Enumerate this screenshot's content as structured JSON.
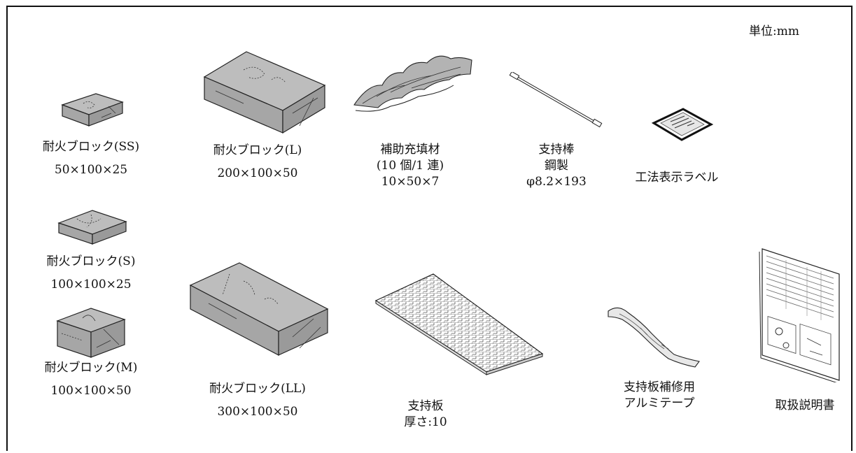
{
  "unit_label": "単位:mm",
  "items": [
    {
      "id": "block-ss",
      "name": "耐火ブロック(SS)",
      "size": "50×100×25"
    },
    {
      "id": "block-s",
      "name": "耐火ブロック(S)",
      "size": "100×100×25"
    },
    {
      "id": "block-m",
      "name": "耐火ブロック(M)",
      "size": "100×100×50"
    },
    {
      "id": "block-l",
      "name": "耐火ブロック(L)",
      "size": "200×100×50"
    },
    {
      "id": "block-ll",
      "name": "耐火ブロック(LL)",
      "size": "300×100×50"
    },
    {
      "id": "filler",
      "name": "補助充填材",
      "note": "(10 個/1 連)",
      "size": "10×50×7"
    },
    {
      "id": "rod",
      "name": "支持棒",
      "note": "鋼製",
      "size": "φ8.2×193"
    },
    {
      "id": "label",
      "name": "工法表示ラベル"
    },
    {
      "id": "plate",
      "name": "支持板",
      "size": "厚さ:10"
    },
    {
      "id": "tape",
      "name": "支持板補修用",
      "note": "アルミテープ"
    },
    {
      "id": "manual",
      "name": "取扱説明書"
    }
  ],
  "colors": {
    "block_fill": "#a6a6a6",
    "block_top": "#bdbdbd",
    "line": "#222222"
  }
}
